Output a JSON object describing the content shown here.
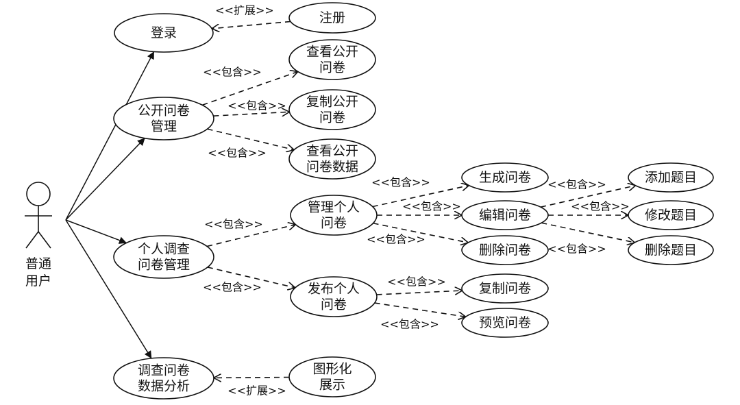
{
  "actor": {
    "label_lines": [
      "普通",
      "用户"
    ]
  },
  "use_cases": [
    {
      "id": "login",
      "lines": [
        "登录"
      ]
    },
    {
      "id": "register",
      "lines": [
        "注册"
      ]
    },
    {
      "id": "public_mgmt",
      "lines": [
        "公开问卷",
        "管理"
      ]
    },
    {
      "id": "view_public",
      "lines": [
        "查看公开",
        "问卷"
      ]
    },
    {
      "id": "copy_public",
      "lines": [
        "复制公开",
        "问卷"
      ]
    },
    {
      "id": "view_public_data",
      "lines": [
        "查看公开",
        "问卷数据"
      ]
    },
    {
      "id": "personal_mgmt",
      "lines": [
        "个人调查",
        "问卷管理"
      ]
    },
    {
      "id": "manage_personal",
      "lines": [
        "管理个人",
        "问卷"
      ]
    },
    {
      "id": "generate",
      "lines": [
        "生成问卷"
      ]
    },
    {
      "id": "edit",
      "lines": [
        "编辑问卷"
      ]
    },
    {
      "id": "delete",
      "lines": [
        "删除问卷"
      ]
    },
    {
      "id": "add_q",
      "lines": [
        "添加题目"
      ]
    },
    {
      "id": "modify_q",
      "lines": [
        "修改题目"
      ]
    },
    {
      "id": "delete_q",
      "lines": [
        "删除题目"
      ]
    },
    {
      "id": "publish_personal",
      "lines": [
        "发布个人",
        "问卷"
      ]
    },
    {
      "id": "copy",
      "lines": [
        "复制问卷"
      ]
    },
    {
      "id": "preview",
      "lines": [
        "预览问卷"
      ]
    },
    {
      "id": "analysis",
      "lines": [
        "调查问卷",
        "数据分析"
      ]
    },
    {
      "id": "graphic",
      "lines": [
        "图形化",
        "展示"
      ]
    }
  ],
  "associations": [
    "login",
    "public_mgmt",
    "personal_mgmt",
    "analysis"
  ],
  "dependencies": [
    {
      "from": "register",
      "to": "login",
      "label": "<<扩展>>"
    },
    {
      "from": "public_mgmt",
      "to": "view_public",
      "label": "<<包含>>"
    },
    {
      "from": "public_mgmt",
      "to": "copy_public",
      "label": "<<包含>>"
    },
    {
      "from": "public_mgmt",
      "to": "view_public_data",
      "label": "<<包含>>"
    },
    {
      "from": "personal_mgmt",
      "to": "manage_personal",
      "label": "<<包含>>"
    },
    {
      "from": "personal_mgmt",
      "to": "publish_personal",
      "label": "<<包含>>"
    },
    {
      "from": "manage_personal",
      "to": "generate",
      "label": "<<包含>>"
    },
    {
      "from": "manage_personal",
      "to": "edit",
      "label": "<<包含>>"
    },
    {
      "from": "manage_personal",
      "to": "delete",
      "label": "<<包含>>"
    },
    {
      "from": "edit",
      "to": "add_q",
      "label": "<<包含>>"
    },
    {
      "from": "edit",
      "to": "modify_q",
      "label": "<<包含>>"
    },
    {
      "from": "edit",
      "to": "delete_q",
      "label": "<<包含>>"
    },
    {
      "from": "publish_personal",
      "to": "copy",
      "label": "<<包含>>"
    },
    {
      "from": "publish_personal",
      "to": "preview",
      "label": "<<包含>>"
    },
    {
      "from": "graphic",
      "to": "analysis",
      "label": "<<扩展>>"
    }
  ]
}
